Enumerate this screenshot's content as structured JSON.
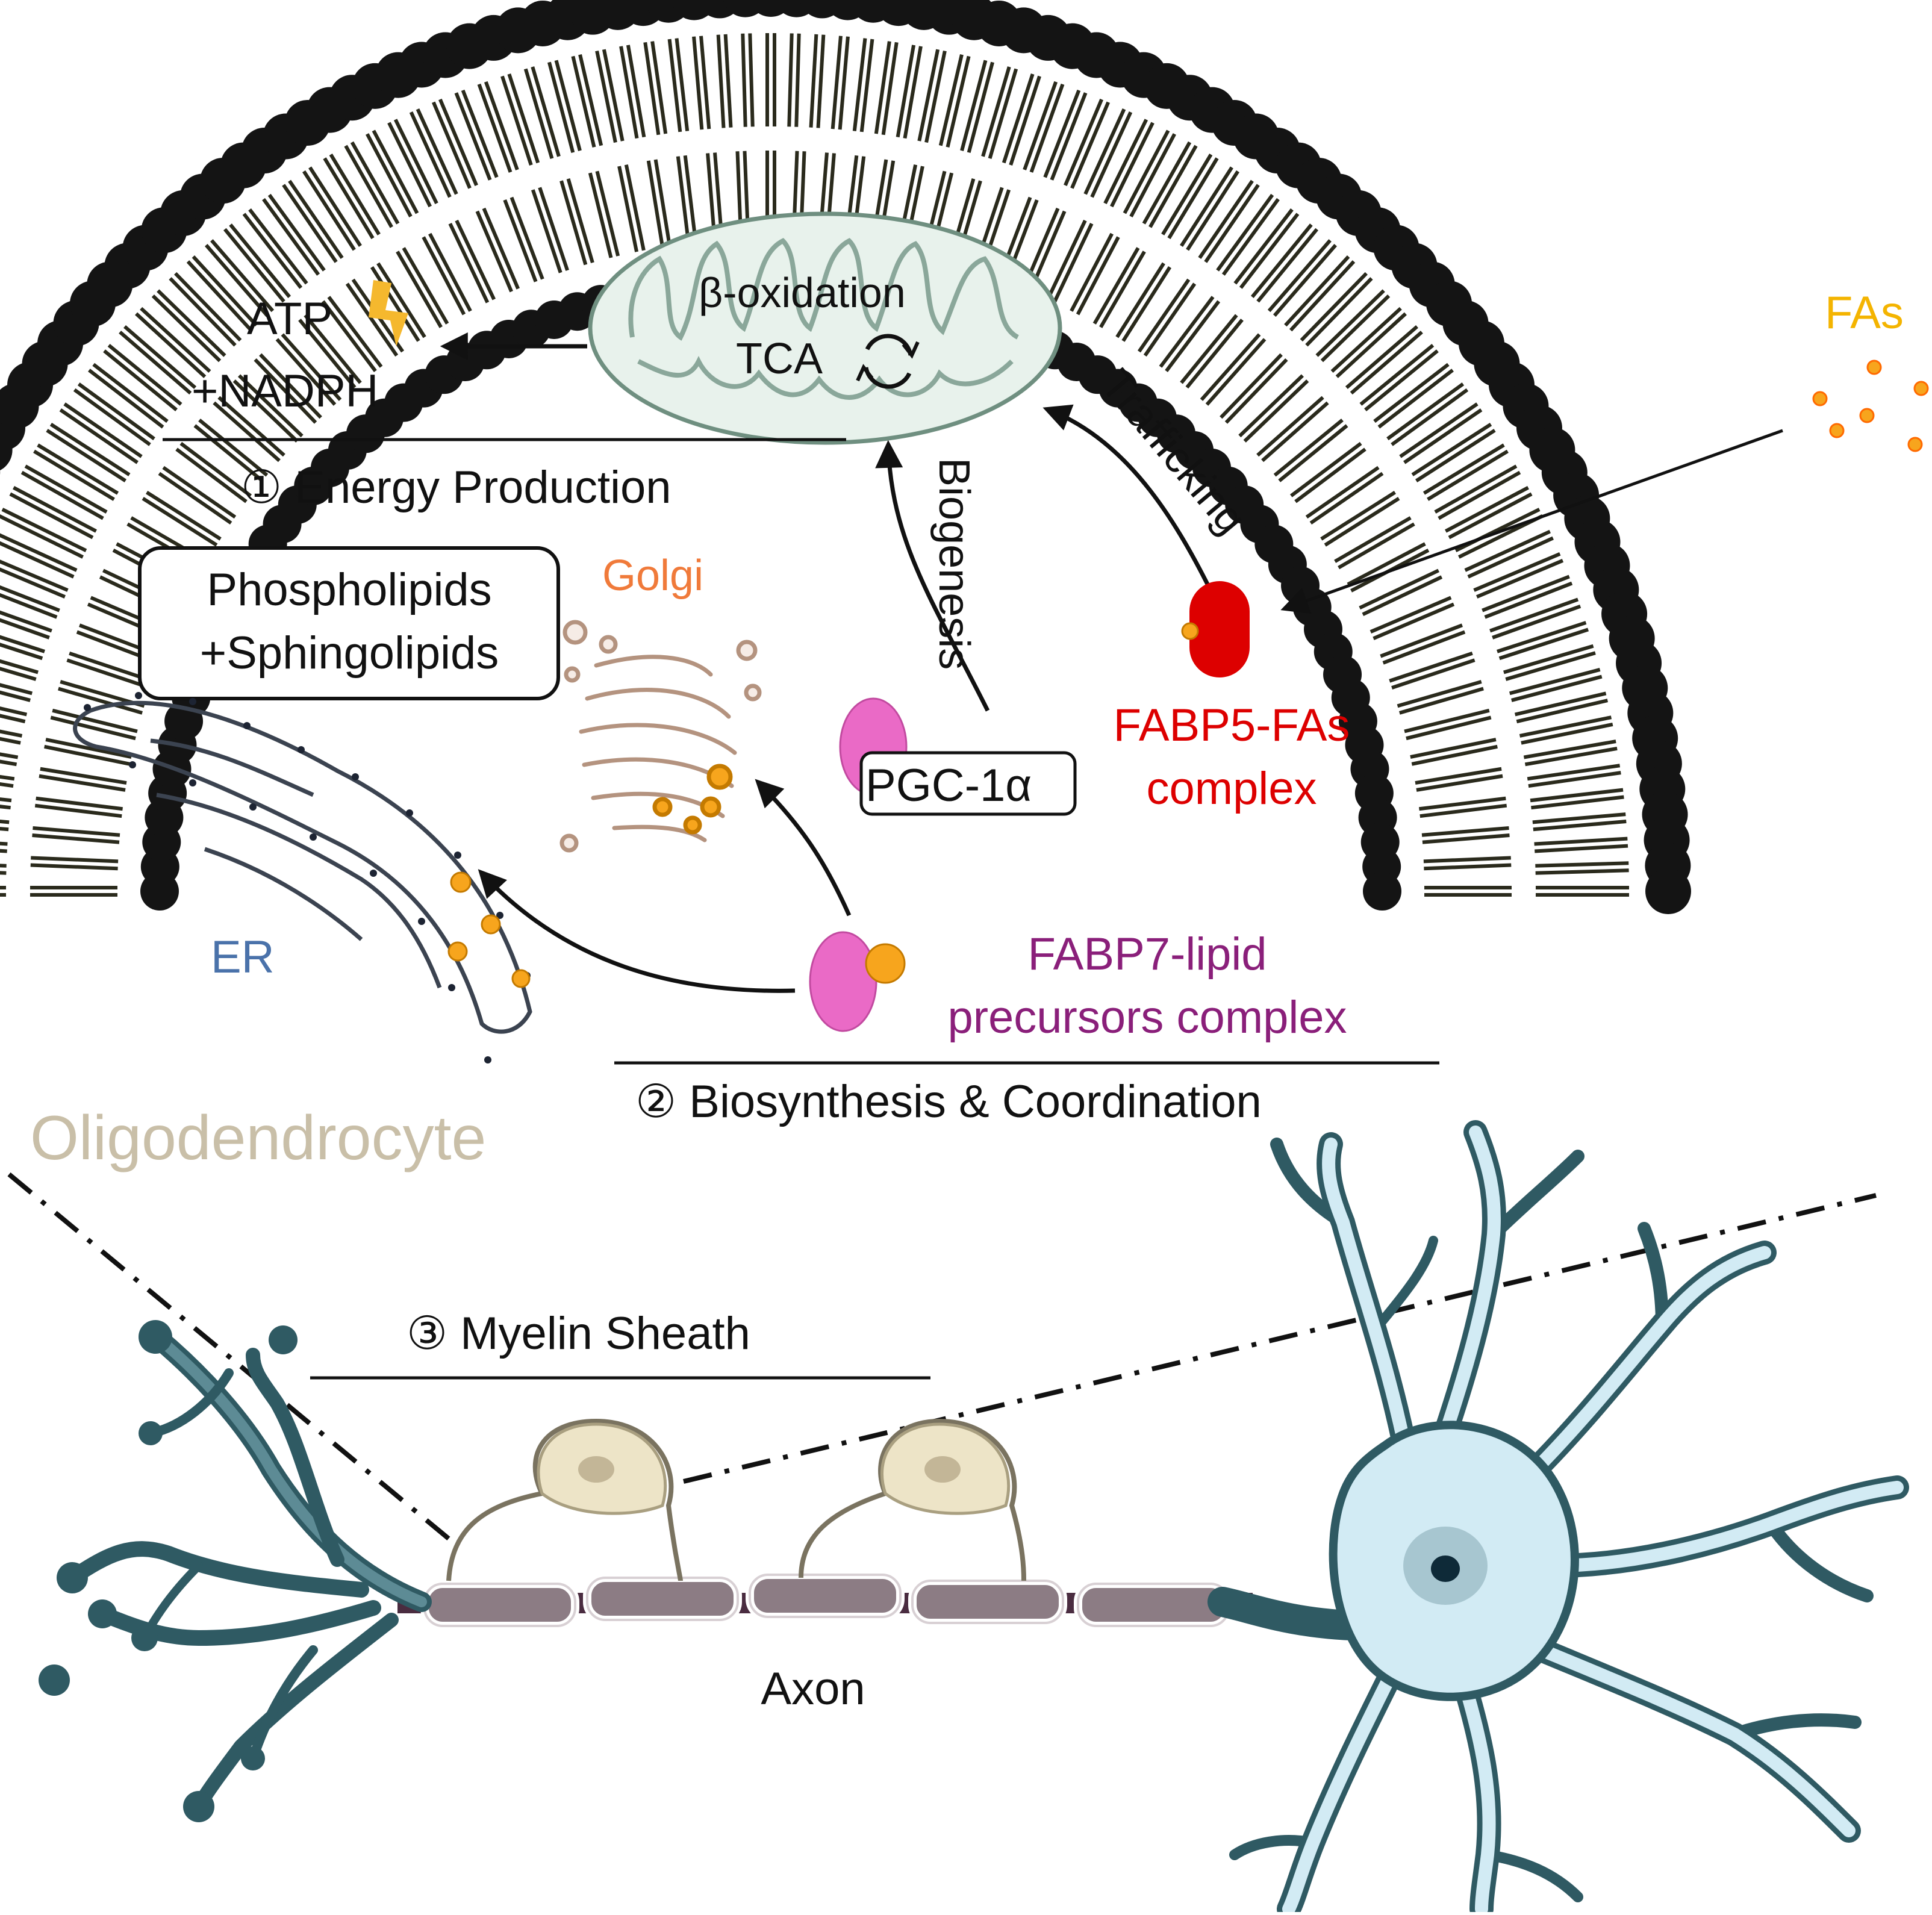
{
  "labels": {
    "atp": "ATP",
    "nadph": "+NADPH",
    "beta_oxidation": "β-oxidation",
    "tca": "TCA",
    "energy_production": "① Energy Production",
    "trafficking": "Trafficking",
    "biogenesis": "Biogenesis",
    "fas": "FAs",
    "phospholipids": "Phospholipids",
    "sphingolipids": "+Sphingolipids",
    "golgi": "Golgi",
    "pgc1a": "PGC-1α",
    "fabp5_line1": "FABP5-FAs",
    "fabp5_line2": "complex",
    "er": "ER",
    "fabp7_line1": "FABP7-lipid",
    "fabp7_line2": "precursors complex",
    "biosynthesis": "② Biosynthesis & Coordination",
    "oligodendrocyte": "Oligodendrocyte",
    "myelin_sheath": "③ Myelin Sheath",
    "axon": "Axon"
  },
  "colors": {
    "text": "#111111",
    "fabp5": "#dd0000",
    "fabp7": "#8a1f7a",
    "golgi": "#f07a3a",
    "er": "#4a72aa",
    "fas": "#f4b400",
    "oligodendrocyte": "#c9bfa8",
    "membrane": "#141414",
    "mito_fill": "#e8f2ec",
    "mito_stroke": "#6f8f80",
    "pink": "#ea6ac6",
    "orange_dot": "#f7a51d",
    "neuron_fill": "#d2ebf4",
    "neuron_stroke": "#2f5a63",
    "schwann_fill": "#ede4c7"
  }
}
